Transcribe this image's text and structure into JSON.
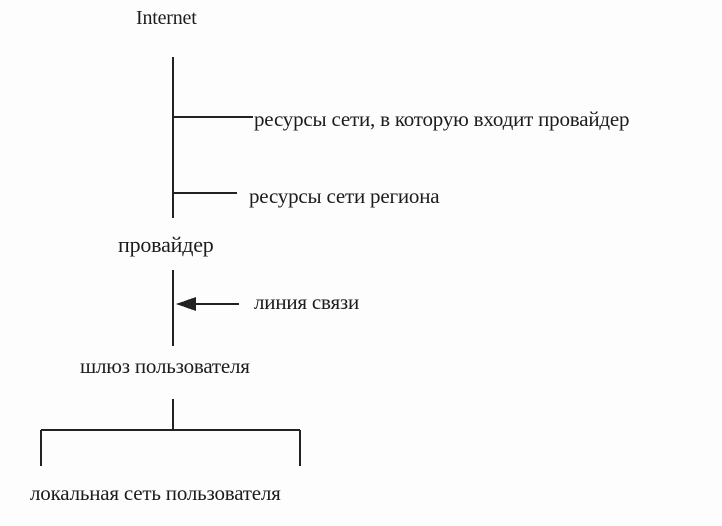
{
  "diagram": {
    "nodes": {
      "internet": "Internet",
      "network_resources": "ресурсы сети, в которую входит провайдер",
      "region_resources": "ресурсы сети региона",
      "provider": "провайдер",
      "comm_line": "линия связи",
      "user_gateway": "шлюз пользователя",
      "local_network": "локальная сеть пользователя"
    },
    "colors": {
      "line": "#222222",
      "background": "#fdfdfd"
    }
  }
}
